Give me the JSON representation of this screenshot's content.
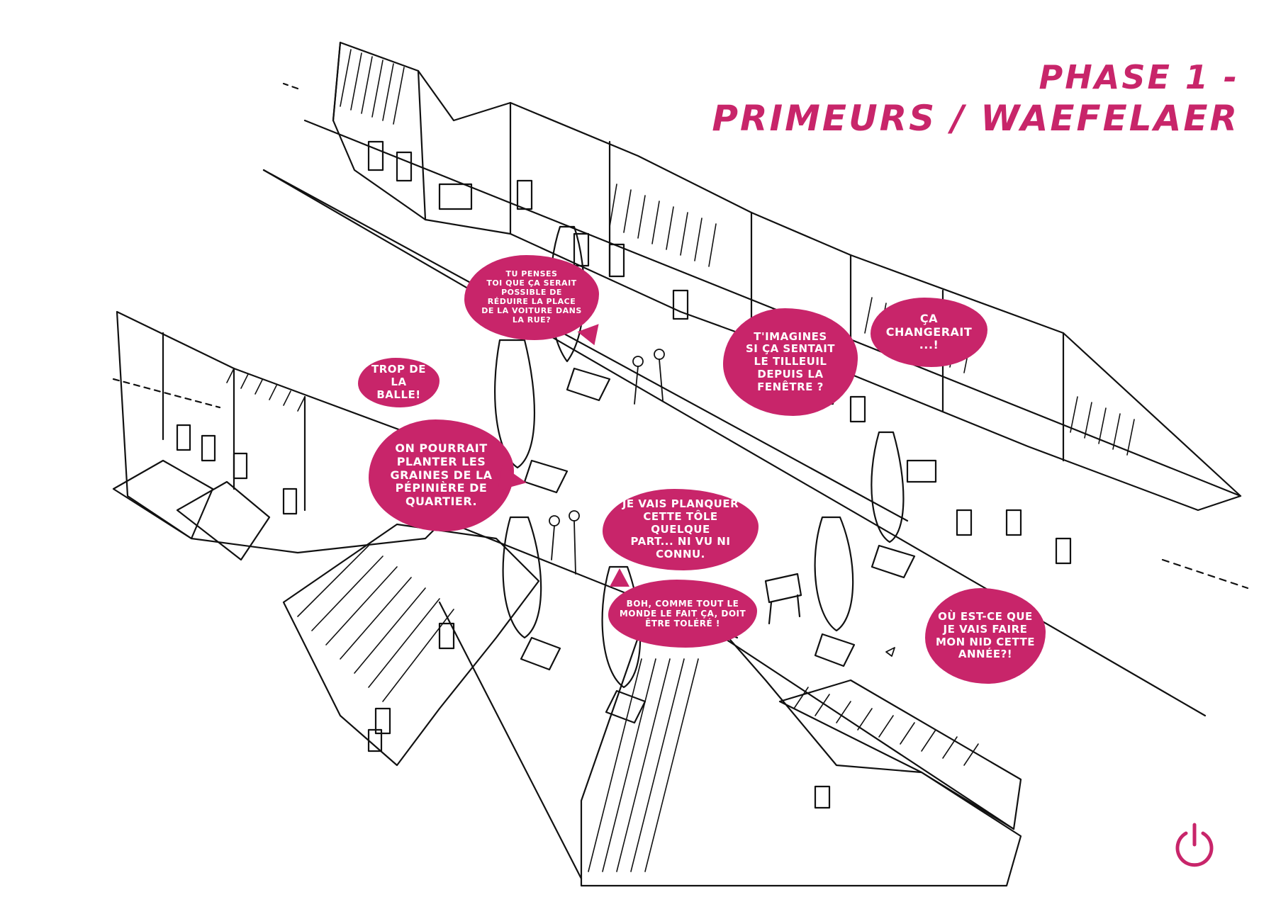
{
  "title": {
    "line1": "PHASE 1 -",
    "line2": "PRIMEURS / WAEFELAER"
  },
  "bubbles": {
    "tu_penses": "TU PENSES\nTOI QUE ÇA SERAIT\nPOSSIBLE DE\nRÉDUIRE LA PLACE\nDE LA VOITURE DANS\nLA RUE?",
    "trop_de_la_balle": "TROP DE\nLA BALLE!",
    "on_pourrait": "ON POURRAIT\nPLANTER LES\nGRAINES DE LA\nPÉPINIÈRE DE\nQUARTIER.",
    "timagines": "T'IMAGINES\nSI ÇA SENTAIT\nLE TILLEUIL\nDEPUIS LA\nFENÊTRE ?",
    "ca_changerait": "ÇA\nCHANGERAIT\n...!",
    "je_vais_planquer": "JE VAIS PLANQUER\nCETTE TÔLE QUELQUE\nPART... NI VU NI\nCONNU.",
    "boh": "BOH, COMME TOUT LE\nMONDE LE FAIT ÇA, DOIT\nÊTRE TOLÉRÉ !",
    "ou_est_ce": "OÙ EST-CE QUE\nJE VAIS FAIRE\nMON NID CETTE\nANNÉE?!"
  },
  "colors": {
    "accent": "#c8256a",
    "ink": "#111111",
    "paper": "#ffffff"
  },
  "icons": {
    "corner": "power-icon"
  }
}
